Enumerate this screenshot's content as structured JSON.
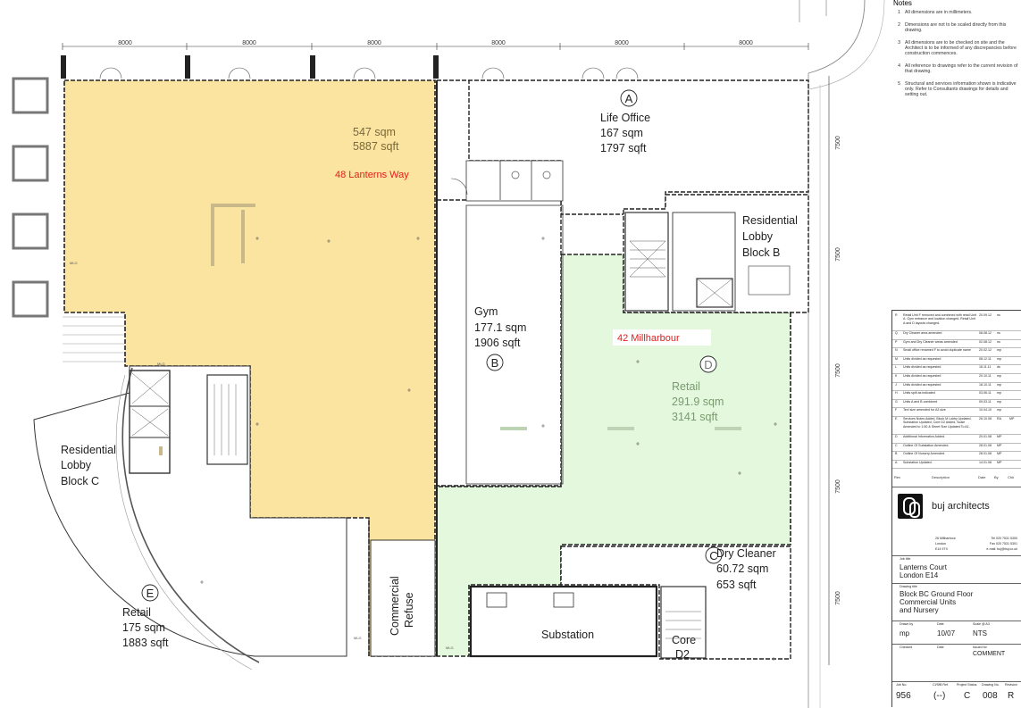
{
  "dimensions": {
    "top": [
      "8000",
      "8000",
      "8000",
      "8000",
      "8000",
      "8000"
    ],
    "right": [
      "7500",
      "7500",
      "7500",
      "7500",
      "7500"
    ]
  },
  "units": {
    "lanterns": {
      "area_sqm": "547 sqm",
      "area_sqft": "5887 sqft",
      "address": "48 Lanterns Way"
    },
    "a": {
      "letter": "A",
      "name": "Life Office",
      "area_sqm": "167 sqm",
      "area_sqft": "1797 sqft"
    },
    "b": {
      "letter": "B",
      "name": "Gym",
      "area_sqm": "177.1 sqm",
      "area_sqft": "1906 sqft"
    },
    "c": {
      "letter": "C",
      "name": "Dry Cleaner",
      "area_sqm": "60.72 sqm",
      "area_sqft": "653 sqft"
    },
    "d": {
      "letter": "D",
      "name": "Retail",
      "area_sqm": "291.9  sqm",
      "area_sqft": "3141 sqft",
      "address": "42 Millharbour"
    },
    "e": {
      "letter": "E",
      "name": "Retail",
      "area_sqm": "175 sqm",
      "area_sqft": "1883 sqft"
    }
  },
  "rooms": {
    "lobby_b": [
      "Residential",
      "Lobby",
      "Block B"
    ],
    "lobby_c": [
      "Residential",
      "Lobby",
      "Block C"
    ],
    "refuse": [
      "Commercial",
      "Refuse"
    ],
    "substation": "Substation",
    "core": [
      "Core",
      "D2"
    ],
    "small_tags": [
      "MLG",
      "MLG",
      "MLG",
      "MLG"
    ]
  },
  "notes": {
    "title": "Notes",
    "items": [
      {
        "n": "1",
        "text": "All dimensions are in millimeters."
      },
      {
        "n": "2",
        "text": "Dimensions are not to be scaled directly from this drawing."
      },
      {
        "n": "3",
        "text": "All dimensions are to be checked on site and the Architect is to be informed of any discrepancies before construction commences."
      },
      {
        "n": "4",
        "text": "All reference to drawings refer to the current revision of that drawing."
      },
      {
        "n": "5",
        "text": "Structural and services information shown is indicative only. Refer to Consultants drawings for details and setting out."
      }
    ]
  },
  "revisions": {
    "header": {
      "rev": "Rev",
      "desc": "Description",
      "date": "Date",
      "by": "By",
      "chk": "Chk"
    },
    "rows": [
      {
        "rev": "R",
        "desc": "Retail Unit F removed and combined with retail Unit A. Gym entrance and location changed. Retail Unit A and D layouts changed.",
        "date": "20.09.12",
        "by": "ns"
      },
      {
        "rev": "Q",
        "desc": "Dry Cleaner area amended",
        "date": "08.08.12",
        "by": "ns"
      },
      {
        "rev": "P",
        "desc": "Gym and Dry Cleaner areas amended",
        "date": "02.08.12",
        "by": "ns"
      },
      {
        "rev": "N",
        "desc": "Small office renamed F to avoid duplicate name",
        "date": "20.02.12",
        "by": "mp"
      },
      {
        "rev": "M",
        "desc": "Units divided as requested",
        "date": "08.12.11",
        "by": "mp"
      },
      {
        "rev": "L",
        "desc": "Units divided as requested",
        "date": "16.11.11",
        "by": "ds"
      },
      {
        "rev": "K",
        "desc": "Units divided as requested",
        "date": "20.10.11",
        "by": "mp"
      },
      {
        "rev": "J",
        "desc": "Units divided as requested",
        "date": "18.10.11",
        "by": "mp"
      },
      {
        "rev": "H",
        "desc": "Units split as indicated",
        "date": "03.06.11",
        "by": "mp"
      },
      {
        "rev": "G",
        "desc": "Units A and B combined",
        "date": "09.03.11",
        "by": "mp"
      },
      {
        "rev": "F",
        "desc": "Text size amended for A3 size",
        "date": "10.04.10",
        "by": "mp"
      },
      {
        "rev": "E",
        "desc": "Services Notes Added, Block M Lobby Updated, Substation Updated, Core D2 Added, Scale Amended to 1:50 & Sheet Size Updated To A1.",
        "date": "26.10.08",
        "by": "RA",
        "chk": "MP"
      },
      {
        "rev": "D",
        "desc": "Additional Information Added.",
        "date": "20.01.08",
        "by": "MP"
      },
      {
        "rev": "C",
        "desc": "Outline Of Substation Amended.",
        "date": "28.01.08",
        "by": "MP"
      },
      {
        "rev": "B",
        "desc": "Outline Of Nursery Amended.",
        "date": "28.01.08",
        "by": "MP"
      },
      {
        "rev": "A",
        "desc": "Substation Updated.",
        "date": "14.01.08",
        "by": "MP"
      }
    ]
  },
  "title_block": {
    "firm": "buj architects",
    "address": [
      "26 Millharbour",
      "London",
      "E14 9TX"
    ],
    "contact": [
      "Tel 020 7531 5300",
      "Fax 020 7531 5301",
      "e-mail: buj@buj.co.uk"
    ],
    "job_title_label": "Job title",
    "job_title": [
      "Lanterns Court",
      "London E14"
    ],
    "drawing_title_label": "Drawing title",
    "drawing_title": [
      "Block BC Ground Floor",
      "Commercial Units",
      "and Nursery"
    ],
    "drawn_by_label": "Drawn by",
    "drawn_by": "mp",
    "date_label": "Date",
    "date": "10/07",
    "scale_label": "Scale @ A3",
    "scale": "NTS",
    "checked_label": "Checked",
    "date2_label": "Date",
    "issued_for_label": "Issued for",
    "issued_for": "COMMENT",
    "job_no_label": "Job No.",
    "job_no": "956",
    "cisfb_label": "CI/SfB Ref.",
    "cisfb": "(--)",
    "status_label": "Project Status",
    "status": "C",
    "dwg_no_label": "Drawing No.",
    "dwg_no": "008",
    "rev_label": "Revision",
    "rev": "R"
  },
  "colors": {
    "lanterns_fill": "#fbe3a0",
    "retail_d_fill": "#e3f8dc",
    "address_red": "#e41b1b"
  }
}
